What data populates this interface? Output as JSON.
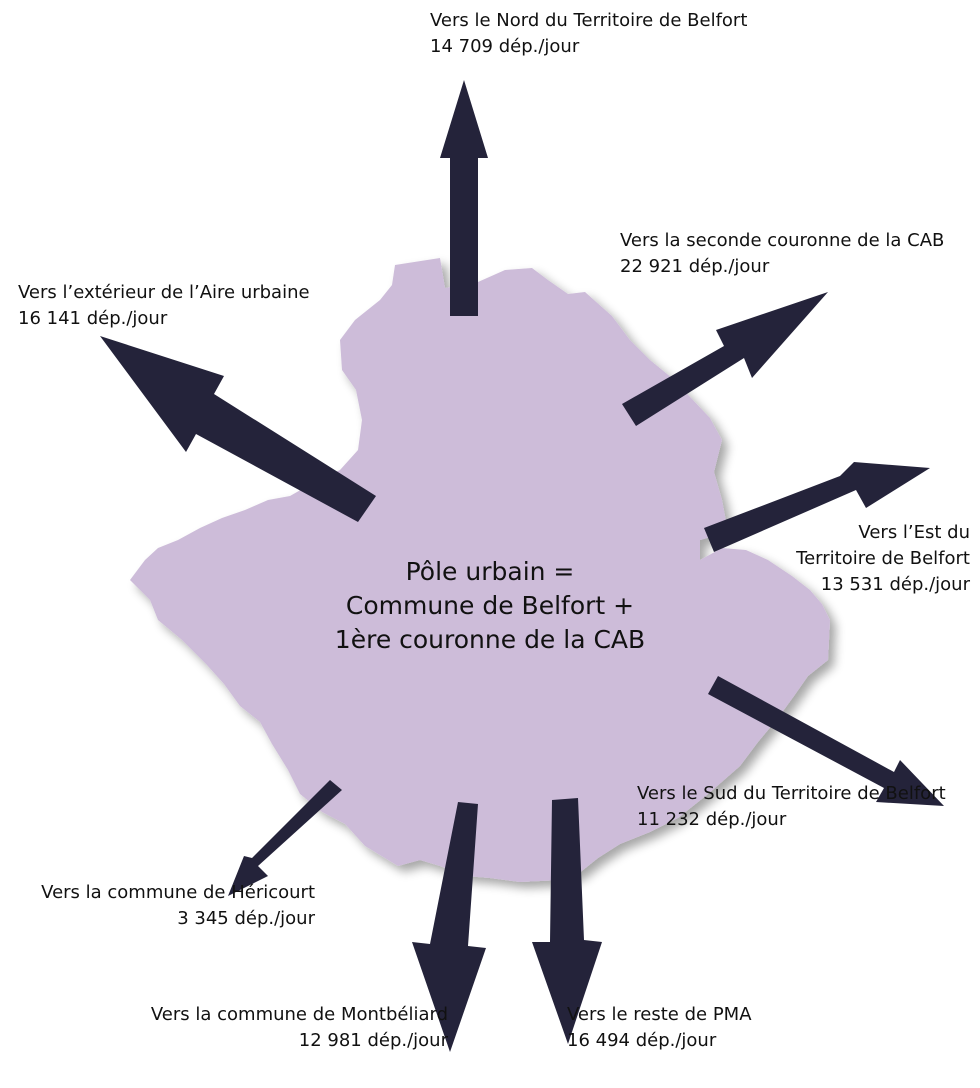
{
  "colors": {
    "territory_fill": "#cdbcd9",
    "territory_shadow": "#b8aab9",
    "arrow_fill": "#24233a",
    "text": "#111111",
    "background": "#ffffff"
  },
  "center": {
    "line1": "Pôle urbain =",
    "line2": "Commune de Belfort +",
    "line3": "1ère couronne de la CAB"
  },
  "flows": [
    {
      "id": "nord",
      "line1": "Vers le Nord du Territoire de Belfort",
      "line2": "14 709 dép./jour",
      "value": 14709
    },
    {
      "id": "seconde",
      "line1": "Vers la seconde couronne de la CAB",
      "line2": "22 921 dép./jour",
      "value": 22921
    },
    {
      "id": "exterieur",
      "line1": "Vers l’extérieur de l’Aire urbaine",
      "line2": "16 141 dép./jour",
      "value": 16141
    },
    {
      "id": "est",
      "line1": "Vers l’Est du",
      "line2": "Territoire de Belfort",
      "line3": "13 531 dép./jour",
      "value": 13531
    },
    {
      "id": "sud",
      "line1": "Vers le Sud du Territoire de Belfort",
      "line2": "11 232 dép./jour",
      "value": 11232
    },
    {
      "id": "hericourt",
      "line1": "Vers la commune de Héricourt",
      "line2": "3 345 dép./jour",
      "value": 3345
    },
    {
      "id": "montbeliard",
      "line1": "Vers la commune de Montbéliard",
      "line2": "12 981 dép./jour",
      "value": 12981
    },
    {
      "id": "pma",
      "line1": "Vers le reste de PMA",
      "line2": "16 494 dép./jour",
      "value": 16494
    }
  ]
}
